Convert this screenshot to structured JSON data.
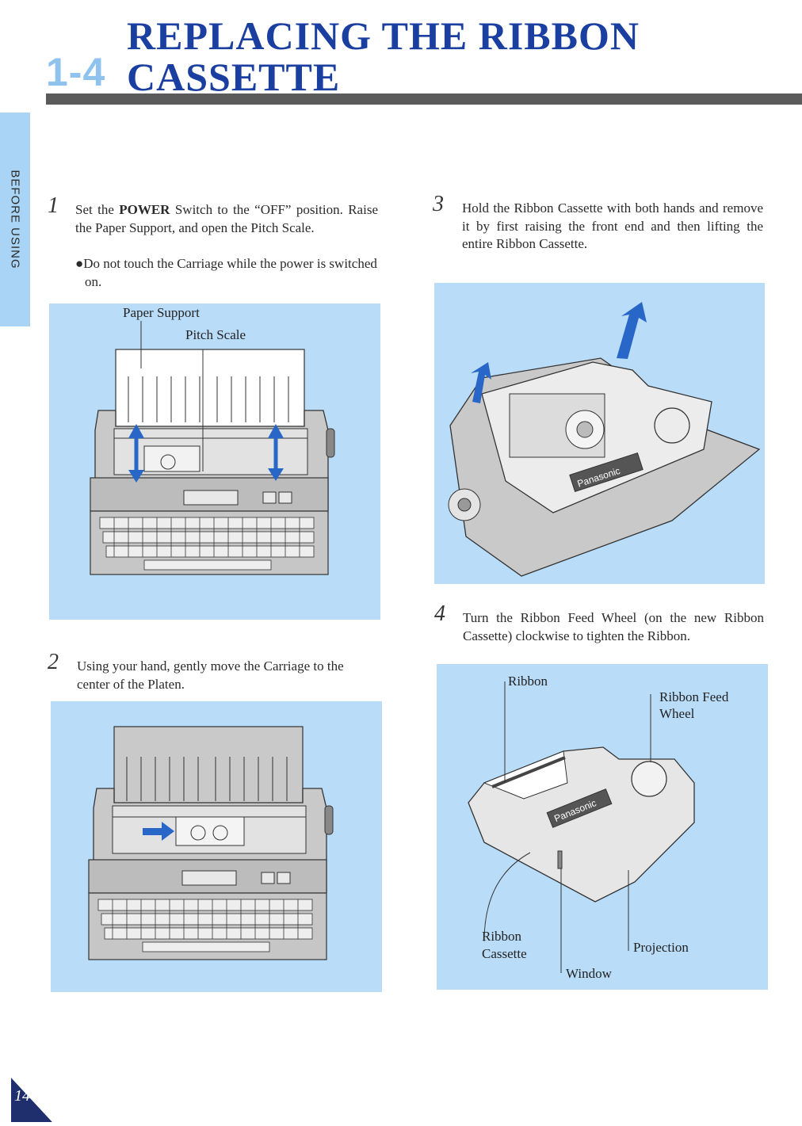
{
  "header": {
    "section_number": "1-4",
    "title_line1": "REPLACING THE RIBBON",
    "title_line2": "CASSETTE"
  },
  "side_tab": {
    "label": "BEFORE USING"
  },
  "steps": [
    {
      "number": "1",
      "text_before_bold": "Set the ",
      "bold": "POWER",
      "text_after_bold": " Switch to the “OFF” position. Raise the Paper Support, and open the Pitch Scale.",
      "note": "●Do not touch the Carriage while the power is switched on."
    },
    {
      "number": "2",
      "text": "Using your hand, gently move the Carriage to the center of the Platen."
    },
    {
      "number": "3",
      "text": "Hold the Ribbon Cassette with both hands and remove it by first raising the front end and then lifting the entire Ribbon Cassette."
    },
    {
      "number": "4",
      "text": "Turn the Ribbon Feed Wheel (on the new Ribbon Cassette) clockwise to tighten the Ribbon."
    }
  ],
  "figure1": {
    "label_paper_support": "Paper Support",
    "label_pitch_scale": "Pitch Scale"
  },
  "figure3": {
    "brand": "Panasonic"
  },
  "figure4": {
    "brand": "Panasonic",
    "label_ribbon": "Ribbon",
    "label_feed_wheel_1": "Ribbon Feed",
    "label_feed_wheel_2": "Wheel",
    "label_cassette_1": "Ribbon",
    "label_cassette_2": "Cassette",
    "label_projection": "Projection",
    "label_window": "Window"
  },
  "footer": {
    "page_number": "14"
  },
  "colors": {
    "title_blue": "#1b3fa0",
    "light_blue": "#8fc3ee",
    "panel_blue": "#b9dcf9",
    "arrow_blue": "#2866c8"
  }
}
